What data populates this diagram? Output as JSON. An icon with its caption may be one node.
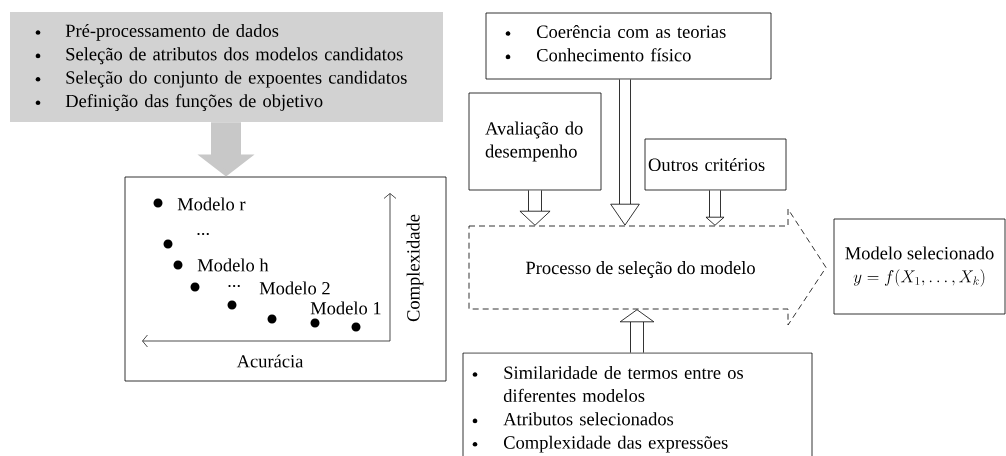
{
  "diagram": {
    "nodes": [
      {
        "text": [
          "Pré-processamento de dados",
          "Seleção de atributos dos modelos candidatos",
          "Seleção do conjunto de expoentes candidatos",
          "Definição das funções de objetivo"
        ]
      },
      {
        "text": [
          "Modelo r",
          "...",
          "Modelo h",
          "...",
          "Modelo 2",
          "Modelo 1",
          "Complexidade",
          "Acurácia"
        ]
      },
      {
        "text": [
          "Coerência com as teorias",
          "Conhecimento físico"
        ]
      },
      {
        "text": [
          "Avaliação do desempenho"
        ]
      },
      {
        "text": [
          "Outros critérios"
        ]
      },
      {
        "text": [
          "Processo de seleção do modelo"
        ]
      },
      {
        "text": [
          "Modelo selecionado",
          "y = f(X_1,\\ldots,X_k)"
        ]
      },
      {
        "text": [
          "Similaridade de termos entre os diferentes modelos",
          "Atributos selecionados",
          "Complexidade das expressões"
        ]
      }
    ],
    "edges": [
      {
        "from": 0,
        "to": 1,
        "arrow": "to",
        "style": "thick",
        "color": "#c8c8c8"
      },
      {
        "from": 3,
        "to": 5,
        "arrow": "to"
      },
      {
        "from": 2,
        "to": 5,
        "arrow": "to"
      },
      {
        "from": 4,
        "to": 5,
        "arrow": "to"
      },
      {
        "from": 7,
        "to": 5,
        "arrow": "to"
      }
    ]
  }
}
